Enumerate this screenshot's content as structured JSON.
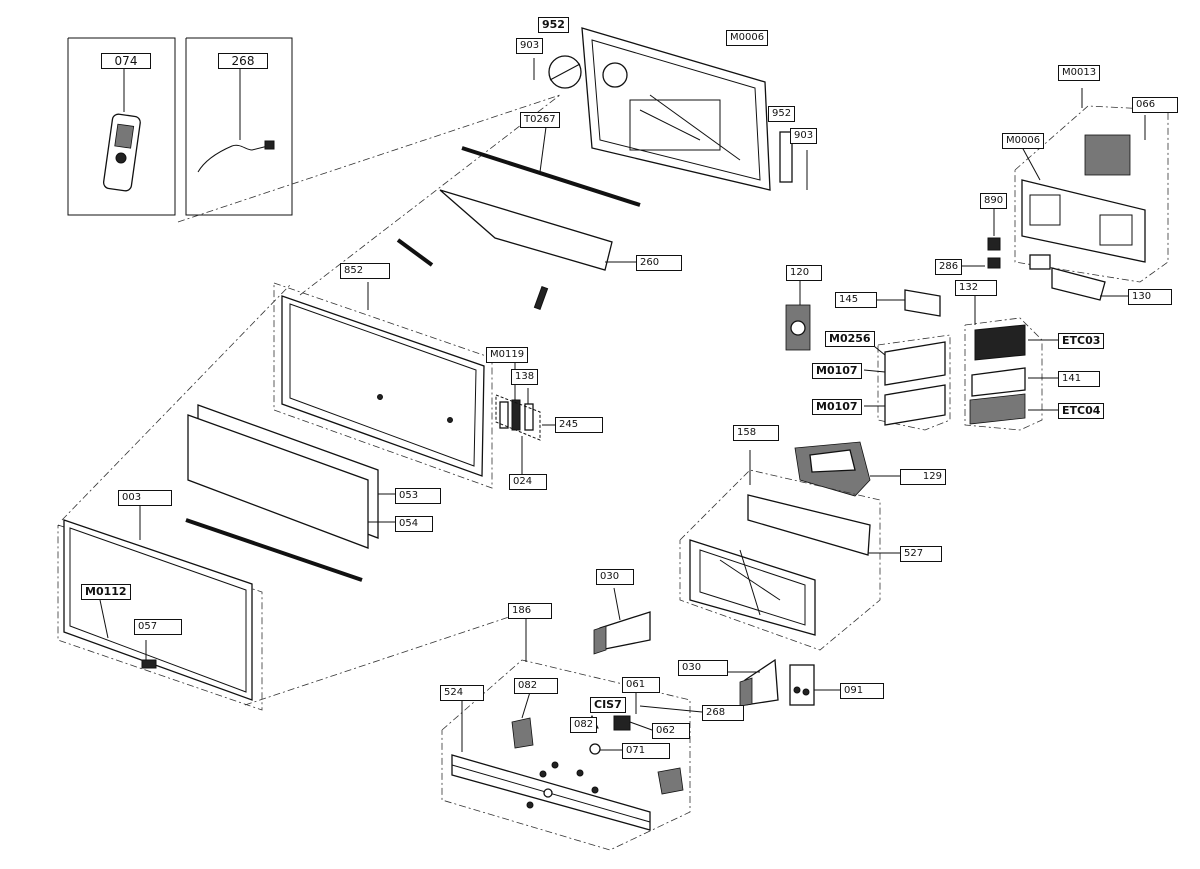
{
  "labels": {
    "l074": "074",
    "l268a": "268",
    "l952a": "952",
    "l903a": "903",
    "lM0006a": "M0006",
    "l952b": "952",
    "l903b": "903",
    "lT0267": "T0267",
    "l260": "260",
    "l852": "852",
    "lM0119": "M0119",
    "l138": "138",
    "l245": "245",
    "l024": "024",
    "l053": "053",
    "l054": "054",
    "l003": "003",
    "lM0112": "M0112",
    "l057": "057",
    "lM0013": "M0013",
    "l066": "066",
    "lM0006b": "M0006",
    "l890": "890",
    "l286": "286",
    "l130": "130",
    "l120": "120",
    "l145": "145",
    "l132": "132",
    "lM0256": "M0256",
    "lETC03": "ETC03",
    "lM0107a": "M0107",
    "l141": "141",
    "lM0107b": "M0107",
    "lETC04": "ETC04",
    "l158": "158",
    "l129": "129",
    "l527": "527",
    "l030a": "030",
    "l186": "186",
    "l030b": "030",
    "l091": "091",
    "l524": "524",
    "l082a": "082",
    "l061": "061",
    "lCIS7": "CIS7",
    "l268b": "268",
    "l082b": "082",
    "l062": "062",
    "l071": "071"
  }
}
